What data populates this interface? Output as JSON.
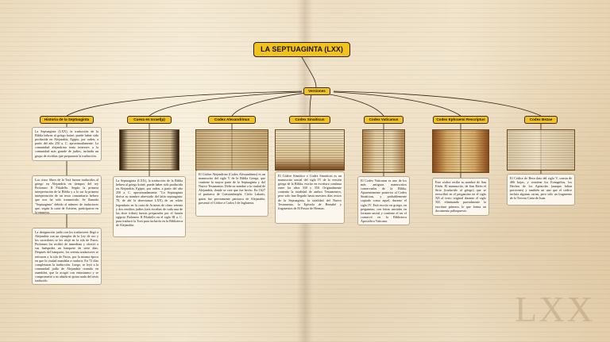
{
  "title": "LA SEPTUAGINTA (LXX)",
  "versiones_label": "Versiones",
  "watermark": "LXX",
  "colors": {
    "node_fill": "#f2c21d",
    "node_border": "#2b1d0e",
    "connector": "#2f2416",
    "text_box": "#fbf7ee"
  },
  "branches": [
    {
      "label": "Historia de la Septuaginta"
    },
    {
      "label": "Cueva en Israel(p)"
    },
    {
      "label": "Codex Alexandrinus"
    },
    {
      "label": "Codex Sinaiticus"
    },
    {
      "label": "Codex Vaticanus"
    },
    {
      "label": "Codex Ephraemi Rescriptus"
    },
    {
      "label": "Codex Bezae"
    }
  ],
  "texts": {
    "historia_1": "La Septuaginta (LXX), la traducción de la Biblia hebrea al griego koiné, puede haber sido producida en Alejandría, Egipto, por orden, a partir del año 250 a. C. aproximadamente. La comunidad alejandrina tenía intereses a la comunidad más grande de judíos, incluida un grupo de escribas que prepararon la traducción.",
    "historia_2": "Los cinco libros de la Torá fueron traducidos al griego en Alejandría en tiempos del rey Ptolomeo II Filadelfo. Según la primera interpretación de la Biblia y a lo sur la primera interpretación de un texto comunitario hebreo que nos ha sido transmitido. Se llamada \"Septuaginta\" debido al número de traductores que, según la carta de Aristeas, participaron en la empresa.",
    "historia_3": "La designación judía con los traductores llegó a Alejandría con un ejemplar de la Ley de oro y los sacerdotes se les alojó en la isla de Faros. Ptolomeo los recibió de inmediato y ofreció a sus huéspedes un banquete de siete días. Después del banquete, los setenta traductores se retiraron a la isla de Faros, por la misma época en que la ciudad mandaba a traducir. En 72 días completaron la traducción. Luego, se leyó a la comunidad judía de Alejandría reunida en asamblea, que la acogió con entusiasmo y se comprometió a no añadir ni quitar nada del texto traducido.",
    "cueva": "La Septuaginta (LXX), la traducción de la Biblia hebrea al griego koiné, puede haber sido producida en Alejandría, Egipto, por orden, a partir del año 250 a. C. aproximadamente. \"La Septuaginta deriva su nombre abreviado del latín septuaginta: 70, de ahí la abreviatura LXX) de un relato legendario en la carta de Aristeas de cómo setenta y dos eruditos judíos (seis escribas de cada una de las doce tribus) fueron preparados por el faraón egipcio Ptolomeo II Filadelfo en el siglo III a. C. para traducir la Torá para incluirla en la Biblioteca de Alejandría.",
    "alexandrinus": "El Códice Alejandrino (Codex Alexandrinus) es un manuscrito del siglo V de la Biblia Griega, que contiene la mayor parte de la Septuaginta y del Nuevo Testamento. Debe su nombre a la ciudad de Alejandría, donde se cree que fue hecho. En 1627 el patriarca de Constantinopla, Cirilo Lukaris, quien fue previamente patriarca de Alejandría, presentó el Códice a Carlos I de Inglaterra.",
    "sinaiticus": "El Códice Sinaítico o Codex Sinaiticus es un manuscrito uncial del siglo IV de la versión griega de la Biblia, escrito en escritura continua entre los años 330 y 350. Originalmente contenía la totalidad de ambos Testamentos, pero solo han llegado hasta nuestros días textos de la Septuaginta, la totalidad del Nuevo Testamento, la Epístola de Bernabé y fragmentos de El Pastor de Hermas.",
    "vaticanus": "El Codex Vaticanus es uno de los más antiguos manuscritos conservados de la Biblia. Aparentemente posterior al Codex Sinaiticus, y probablemente copiado como aquel, durante el siglo IV. Está escrito en griego, en pergamino, con letras unciales en formato uncial y contiene el ser el conservó en la Biblioteca Apostólica Vaticana.",
    "ephraemi": "Este códice recibe su nombre de San Efrén. El manuscrito, de San Efrén el Sirio (traducido al griego) que se reescribió en el pergamino en el siglo XII al texto original durante el siglo XII, eliminando parcialmente la escritura primera, lo que forma un documento palimpsesto.",
    "bezae": "El Códice de Beza data del siglo V, consta de 406 hojas, y contiene los Evangelios, los Hechos de los Apóstoles (aunque faltan porciones) y también un uno que el códice incluía algunas cartas, pero sólo un fragmento de la Tercera Carta de Juan."
  }
}
